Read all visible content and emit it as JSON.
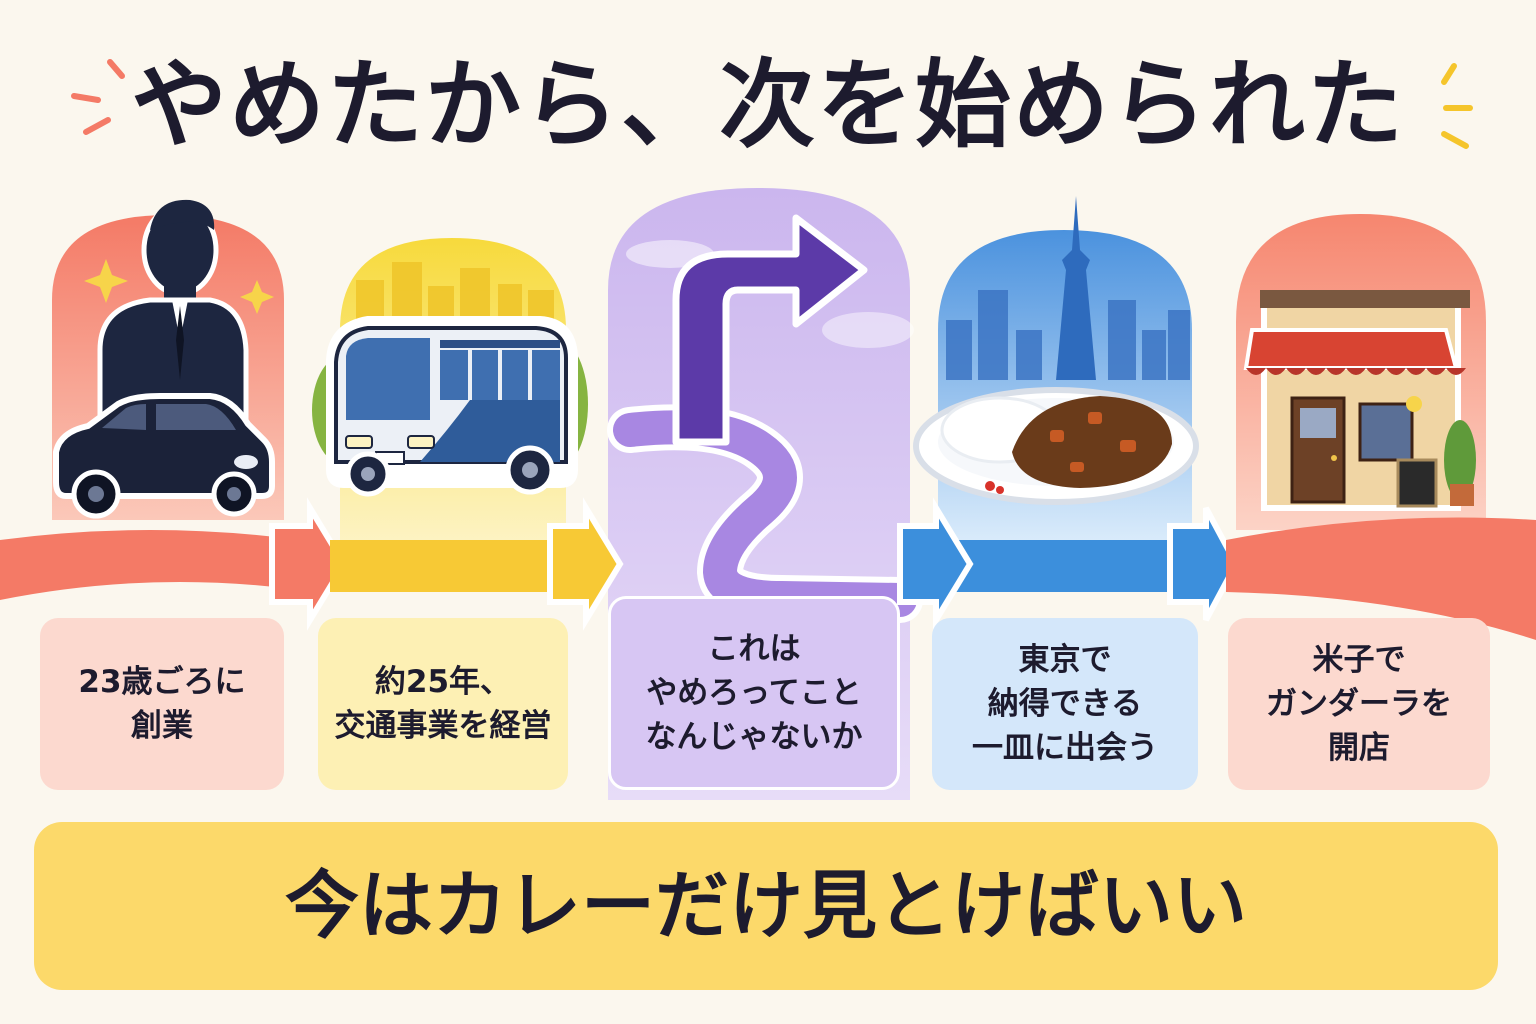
{
  "title": "やめたから、次を始められた",
  "steps": [
    {
      "id": "founding",
      "lines": [
        "23歳ごろに",
        "創業"
      ],
      "icon": "businessman-with-car-icon",
      "color": "#f47a66"
    },
    {
      "id": "transport",
      "lines": [
        "約25年、",
        "交通事業を経営"
      ],
      "icon": "bus-icon",
      "color": "#f7c935"
    },
    {
      "id": "decision",
      "lines": [
        "これは",
        "やめろってこと",
        "なんじゃないか"
      ],
      "icon": "turn-arrow-icon",
      "color": "#8f6ad8"
    },
    {
      "id": "tokyo",
      "lines": [
        "東京で",
        "納得できる",
        "一皿に出会う"
      ],
      "icon": "curry-plate-icon",
      "color": "#3c8fdc"
    },
    {
      "id": "restaurant",
      "lines": [
        "米子で",
        "ガンダーラを",
        "開店"
      ],
      "icon": "restaurant-storefront-icon",
      "color": "#f47a66"
    }
  ],
  "bottom_message": "今はカレーだけ見とけばいい",
  "colors": {
    "background": "#fbf7ee",
    "title_text": "#1d1b2e",
    "banner": "#fcd96a",
    "red": "#f47a66",
    "yellow": "#f7c935",
    "purple": "#8f6ad8",
    "blue": "#3c8fdc"
  }
}
